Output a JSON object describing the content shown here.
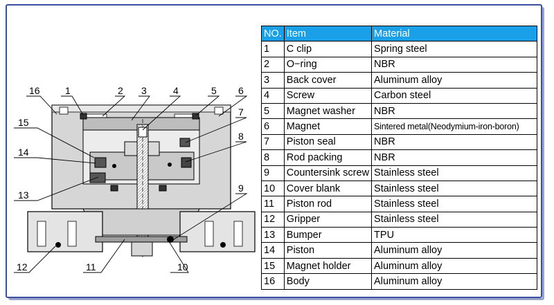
{
  "diagram": {
    "callouts": [
      "1",
      "2",
      "3",
      "4",
      "5",
      "6",
      "7",
      "8",
      "9",
      "10",
      "11",
      "12",
      "13",
      "14",
      "15",
      "16"
    ]
  },
  "table": {
    "headers": [
      "NO.",
      "Item",
      "Material"
    ],
    "rows": [
      {
        "no": "1",
        "item": "C clip",
        "material": "Spring steel"
      },
      {
        "no": "2",
        "item": "O−ring",
        "material": "NBR"
      },
      {
        "no": "3",
        "item": "Back cover",
        "material": "Aluminum alloy"
      },
      {
        "no": "4",
        "item": "Screw",
        "material": "Carbon steel"
      },
      {
        "no": "5",
        "item": "Magnet washer",
        "material": "NBR"
      },
      {
        "no": "6",
        "item": "Magnet",
        "material": "Sintered metal(Neodymium-iron-boron)"
      },
      {
        "no": "7",
        "item": "Piston seal",
        "material": "NBR"
      },
      {
        "no": "8",
        "item": "Rod packing",
        "material": "NBR"
      },
      {
        "no": "9",
        "item": "Countersink screw",
        "material": "Stainless steel"
      },
      {
        "no": "10",
        "item": "Cover blank",
        "material": "Stainless steel"
      },
      {
        "no": "11",
        "item": "Piston rod",
        "material": "Stainless steel"
      },
      {
        "no": "12",
        "item": "Gripper",
        "material": "Stainless steel"
      },
      {
        "no": "13",
        "item": "Bumper",
        "material": "TPU"
      },
      {
        "no": "14",
        "item": "Piston",
        "material": "Aluminum alloy"
      },
      {
        "no": "15",
        "item": "Magnet holder",
        "material": "Aluminum alloy"
      },
      {
        "no": "16",
        "item": "Body",
        "material": "Aluminum alloy"
      }
    ]
  }
}
